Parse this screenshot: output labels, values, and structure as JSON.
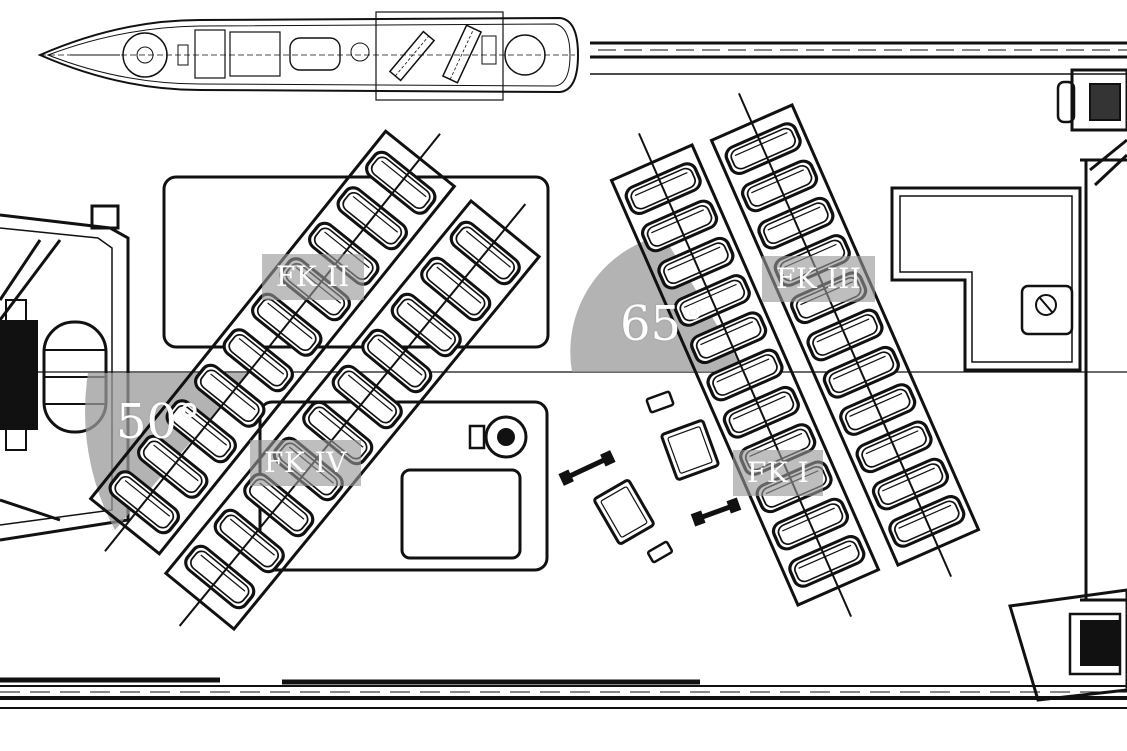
{
  "launcher_labels": {
    "fk_ii": "FK II",
    "fk_iii": "FK III",
    "fk_iv": "FK IV",
    "fk_i": "FK I"
  },
  "angles": {
    "aft_pair": "50°",
    "fwd_pair": "65°"
  },
  "colors": {
    "ink": "#111111",
    "paper": "#ffffff",
    "angle_sector": "#9a9a9a",
    "label_box": "#969696"
  },
  "icons": {
    "ship_inset": "ship-plan-icon"
  }
}
